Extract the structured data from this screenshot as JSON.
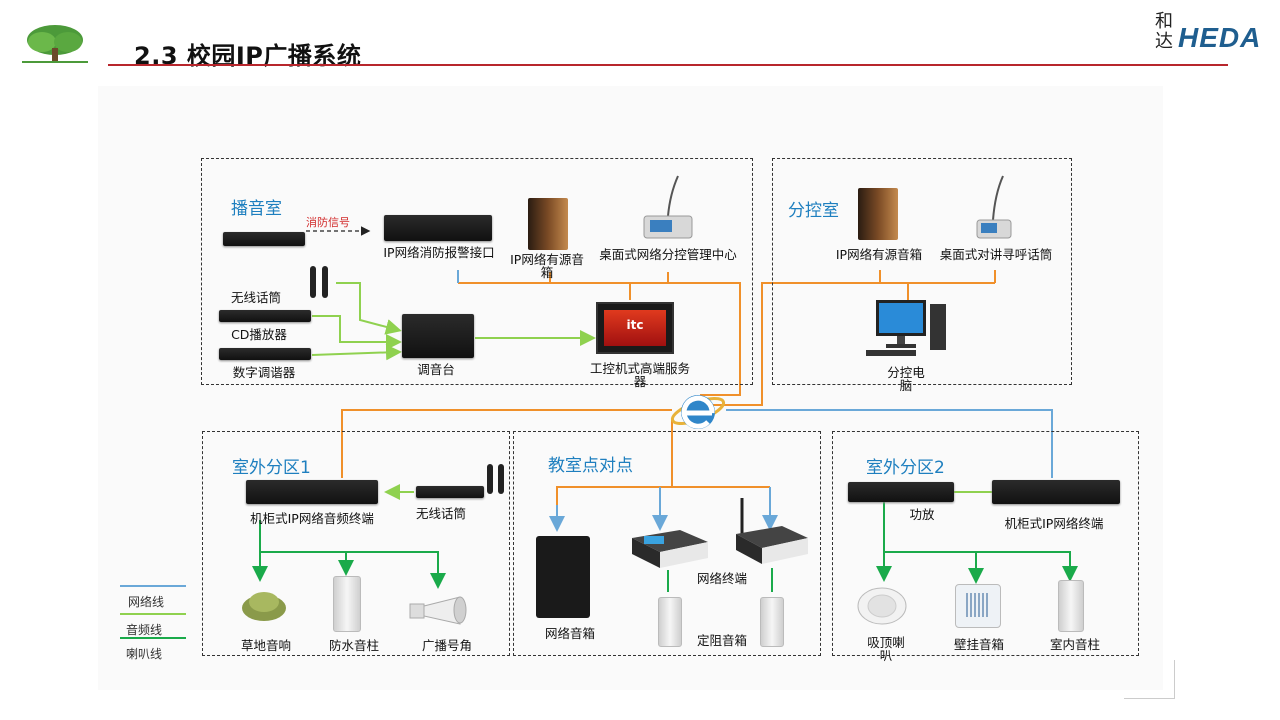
{
  "header": {
    "title": "2.3 校园IP广播系统",
    "brand": "HEDA",
    "brand_cn": "和达"
  },
  "zones": {
    "broadcast_room": "播音室",
    "sub_control": "分控室",
    "outdoor1": "室外分区1",
    "classroom": "教室点对点",
    "outdoor2": "室外分区2"
  },
  "devices": {
    "fire_signal": "消防信号",
    "fire_alarm": "IP网络消防报警接口",
    "active_speaker": "IP网络有源音箱",
    "desk_center": "桌面式网络分控管理中心",
    "wireless_mic": "无线话筒",
    "cd_player": "CD播放器",
    "tuner": "数字调谐器",
    "mixer": "调音台",
    "server": "工控机式高端服务器",
    "server_logo": "itc",
    "sub_speaker": "IP网络有源音箱",
    "sub_mic": "桌面式对讲寻呼话筒",
    "sub_pc": "分控电脑",
    "rack_terminal1": "机柜式IP网络音频终端",
    "wireless_mic2": "无线话筒",
    "lawn_speaker": "草地音响",
    "waterproof_pole": "防水音柱",
    "horn": "广播号角",
    "net_speaker": "网络音箱",
    "net_terminal": "网络终端",
    "fixed_speaker": "定阻音箱",
    "amplifier": "功放",
    "rack_terminal2": "机柜式IP网络终端",
    "ceiling_speaker": "吸顶喇叭",
    "wall_speaker": "壁挂音箱",
    "indoor_pole": "室内音柱"
  },
  "legend": [
    {
      "label": "网络线",
      "color": "#6aa8d8"
    },
    {
      "label": "音频线",
      "color": "#8fd14f"
    },
    {
      "label": "喇叭线",
      "color": "#1aaa4a"
    }
  ],
  "colors": {
    "network": "#6aa8d8",
    "orange": "#f0902a",
    "audio": "#8fd14f",
    "speaker": "#1aaa4a",
    "accent": "#1e7fbf",
    "title_rule": "#b8262c"
  }
}
